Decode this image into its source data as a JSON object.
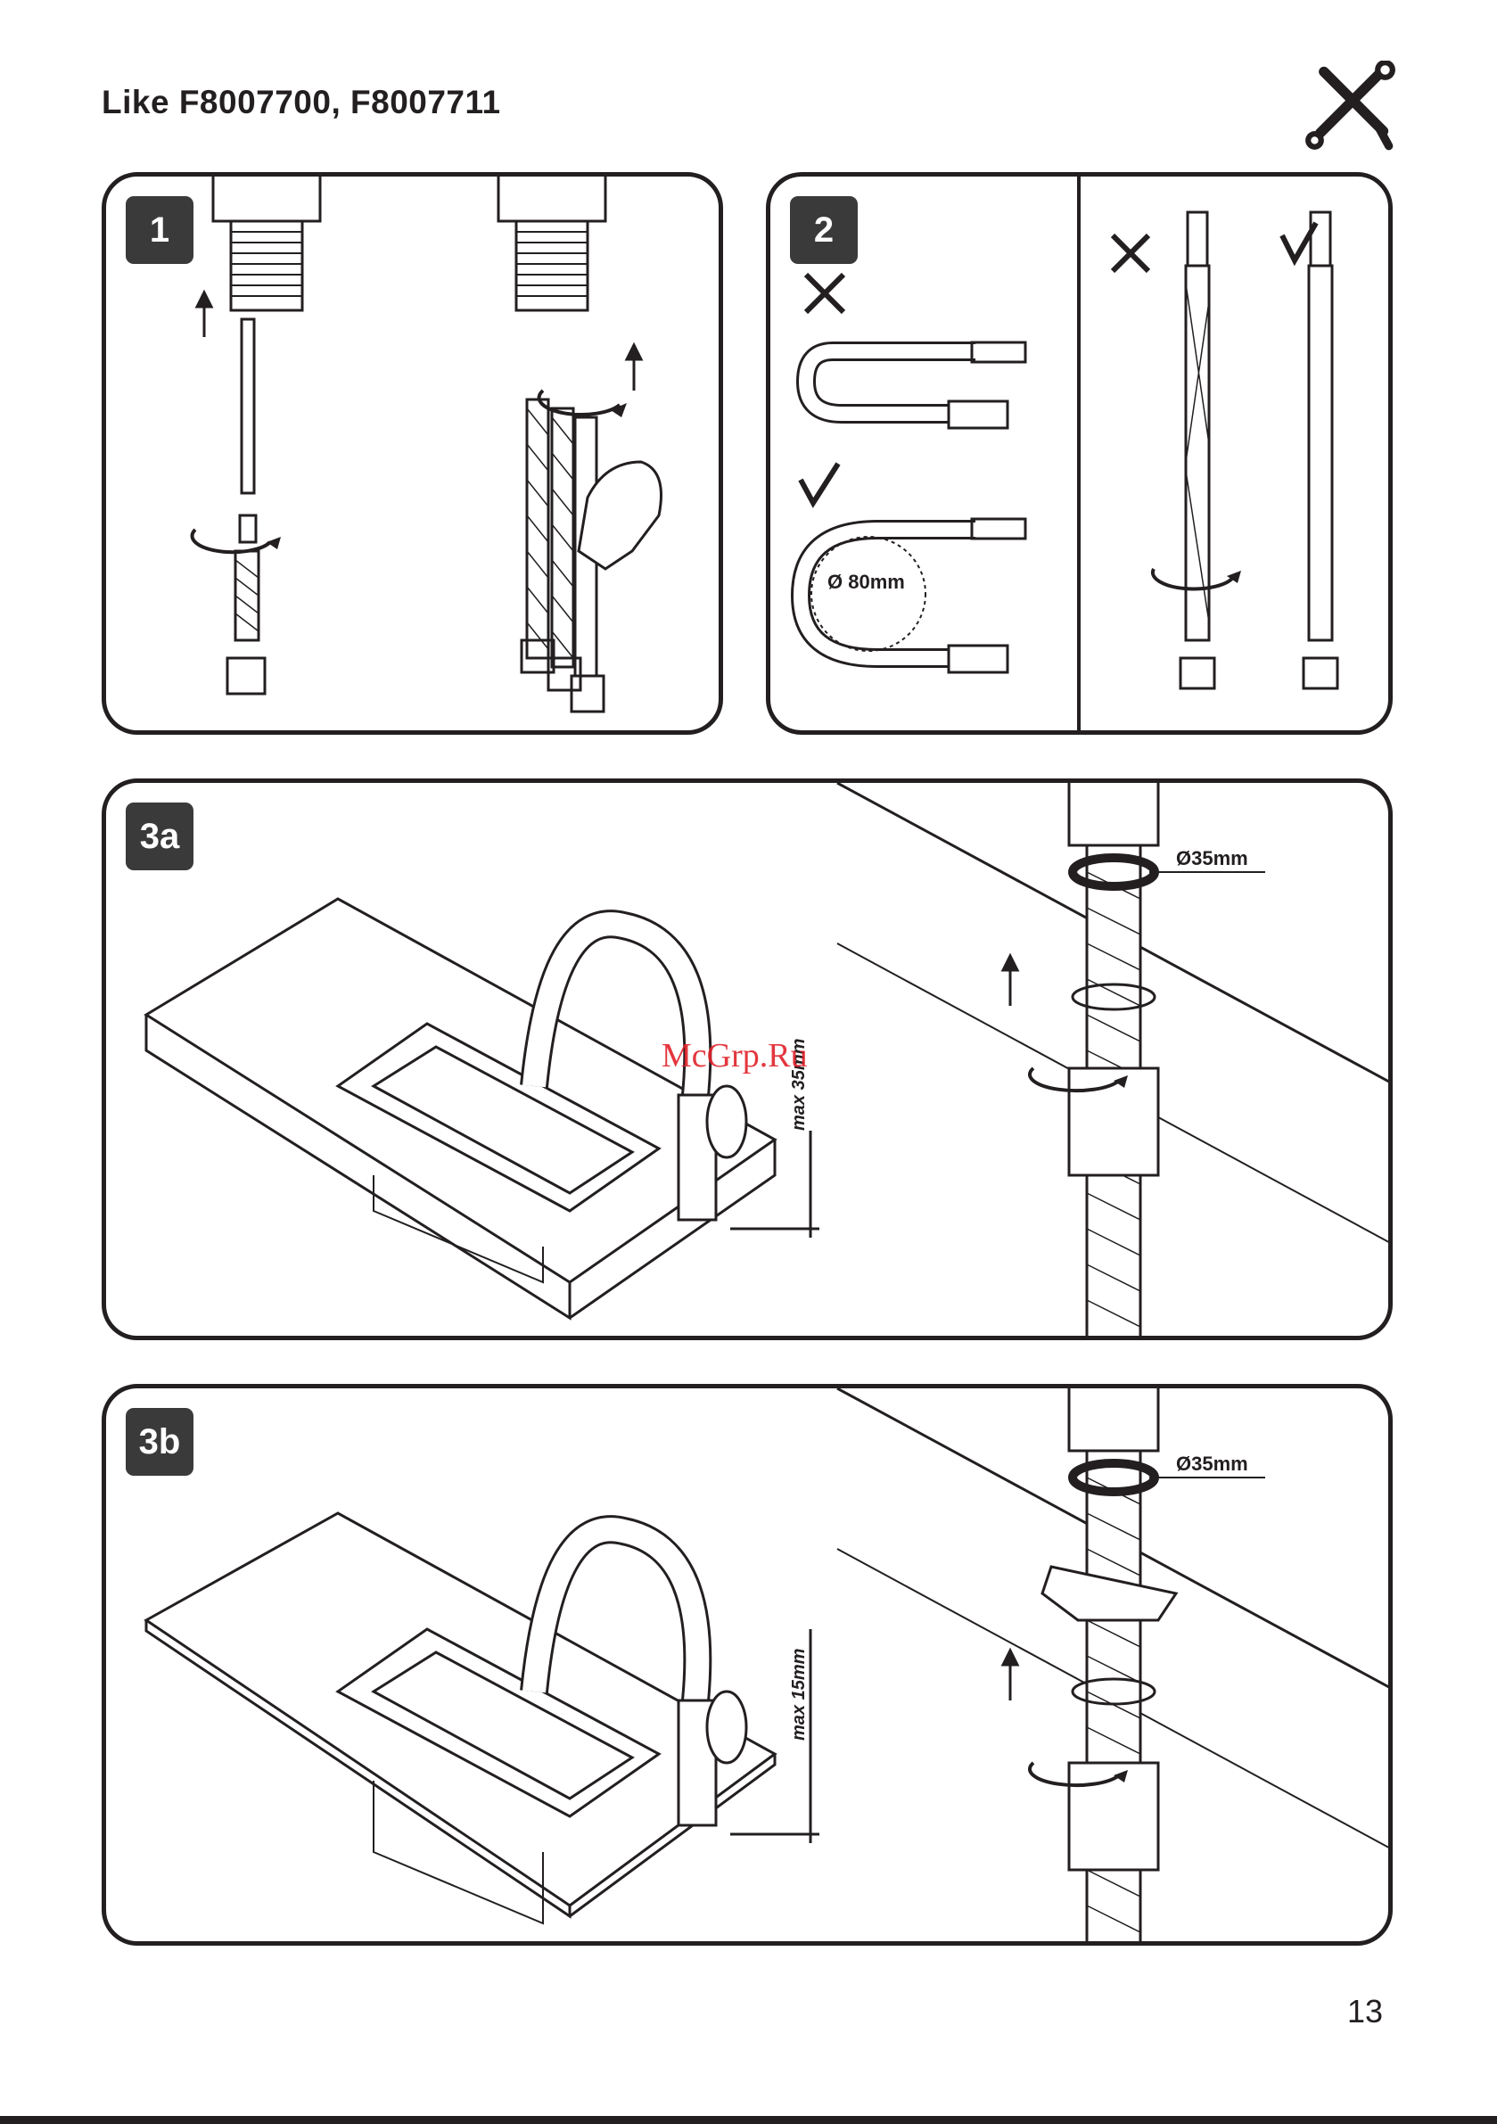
{
  "header": {
    "title": "Like F8007700, F8007711",
    "icon": "tools-icon"
  },
  "steps": [
    {
      "badge": "1"
    },
    {
      "badge": "2",
      "diameter_label": "Ø 80mm"
    },
    {
      "badge": "3a",
      "thread_label": "Ø35mm",
      "max_label": "max 35mm"
    },
    {
      "badge": "3b",
      "thread_label": "Ø35mm",
      "max_label": "max 15mm"
    }
  ],
  "watermark": "McGrp.Ru",
  "footer": {
    "page_number": "13"
  },
  "colors": {
    "ink": "#231f20",
    "badge": "#3a3a3a",
    "watermark": "#e0222a"
  }
}
